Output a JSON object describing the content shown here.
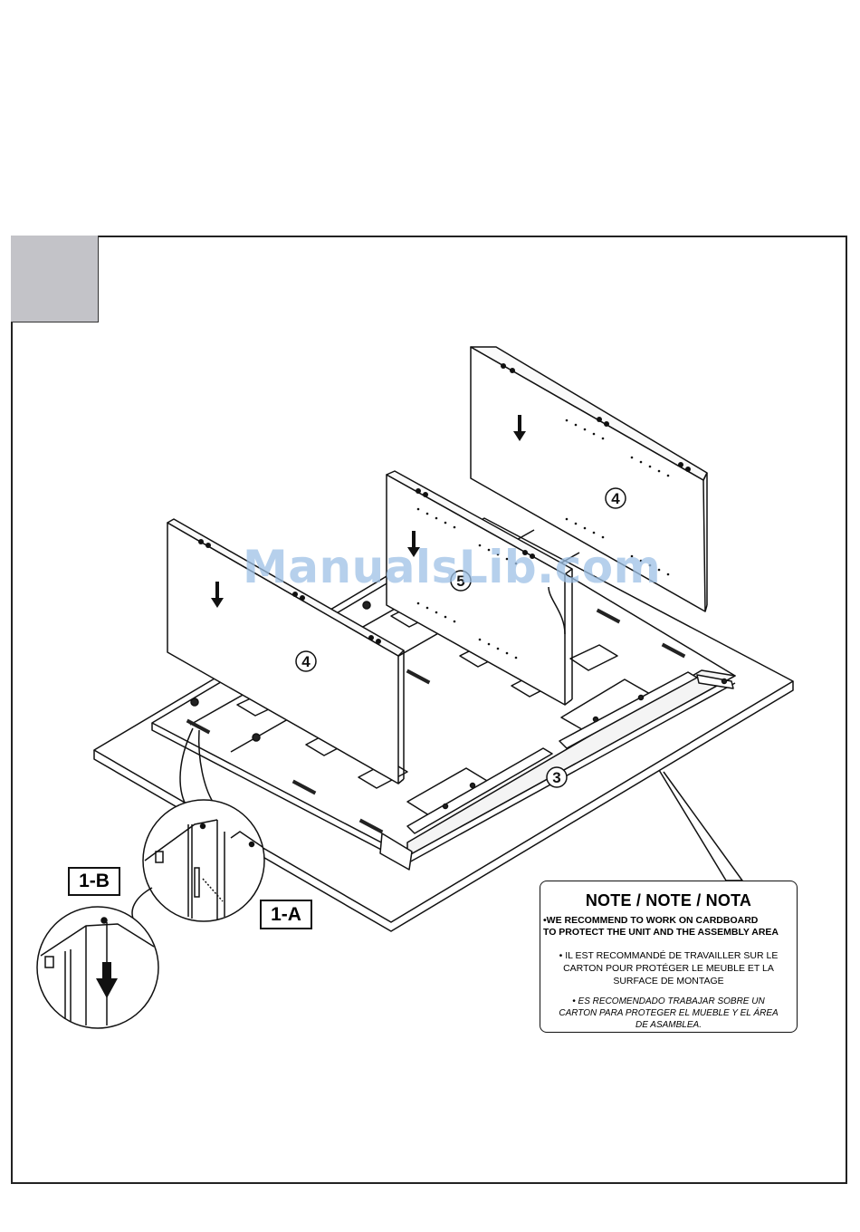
{
  "watermark": "ManualsLib.com",
  "callouts": {
    "detail_a": "1-A",
    "detail_b": "1-B"
  },
  "part_numbers": {
    "back_panel": "4",
    "front_panel": "4",
    "divider": "5",
    "base": "3"
  },
  "note": {
    "title": "NOTE / NOTE / NOTA",
    "english": "•WE RECOMMEND TO WORK ON CARDBOARD\n TO PROTECT THE UNIT AND THE ASSEMBLY AREA",
    "french": "• IL EST RECOMMANDÉ DE TRAVAILLER SUR LE CARTON POUR PROTÉGER LE MEUBLE ET LA SURFACE DE MONTAGE",
    "spanish": "•   ES RECOMENDADO TRABAJAR SOBRE UN CARTON PARA PROTEGER EL MUEBLE Y EL ÁREA DE ASAMBLEA."
  }
}
